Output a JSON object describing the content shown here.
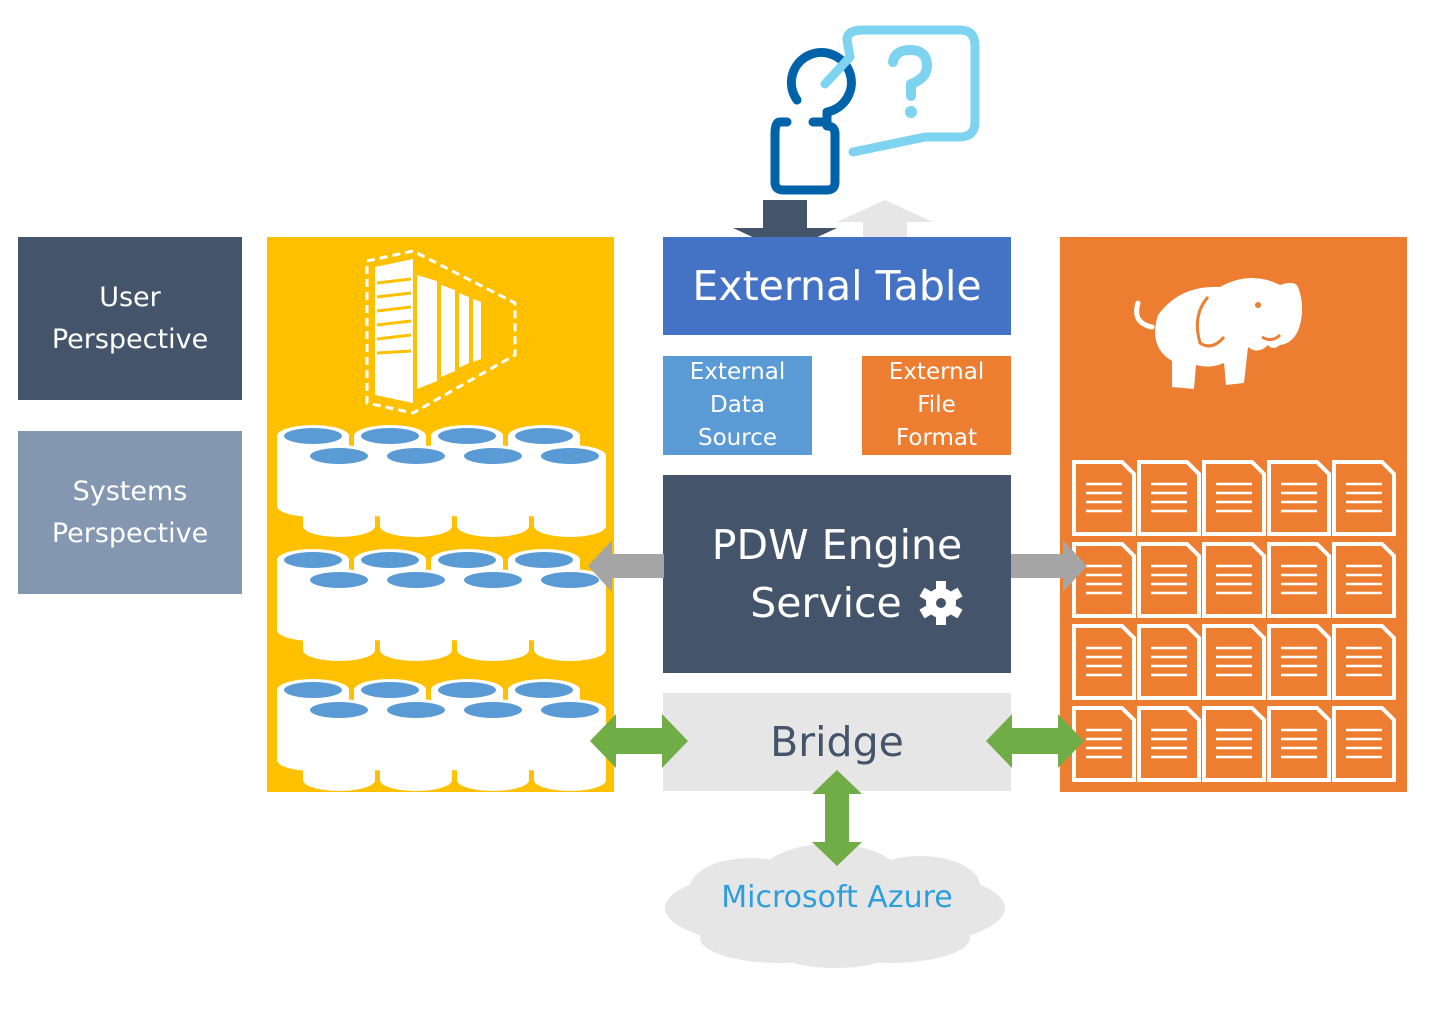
{
  "legend": {
    "user_perspective": "User Perspective",
    "systems_perspective": "Systems Perspective"
  },
  "center": {
    "external_table": "External Table",
    "external_data_source": [
      "External",
      "Data",
      "Source"
    ],
    "external_file_format": [
      "External",
      "File",
      "Format"
    ],
    "pdw_engine_line1": "PDW Engine",
    "pdw_engine_line2": "Service",
    "bridge": "Bridge",
    "azure": "Microsoft Azure"
  },
  "icons": {
    "user": "user-question-icon",
    "server": "server-rack-icon",
    "database": "database-cylinder-icon",
    "hadoop": "hadoop-elephant-icon",
    "file": "document-file-icon",
    "gear": "gear-icon",
    "cloud": "cloud-icon"
  },
  "colors": {
    "user_perspective": "#44546a",
    "systems_perspective": "#8497b0",
    "pdw_panel": "#ffc000",
    "hadoop_panel": "#ed7d31",
    "external_table": "#4472c4",
    "external_data_source": "#5b9bd5",
    "bridge": "#e7e6e6",
    "green_arrow": "#70ad47",
    "gray_arrow": "#a5a5a5",
    "azure_text": "#2e9fdd"
  }
}
